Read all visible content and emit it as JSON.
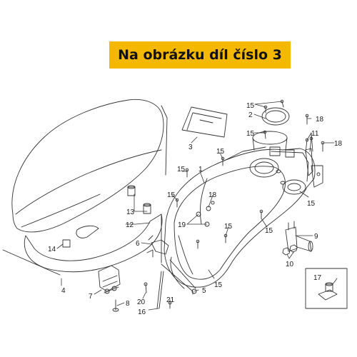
{
  "banner": {
    "title": "Na obrázku díl číslo 3",
    "color": "#f5b800"
  },
  "callouts": [
    {
      "id": "c15a",
      "label": "15"
    },
    {
      "id": "c2",
      "label": "2"
    },
    {
      "id": "c18a",
      "label": "18"
    },
    {
      "id": "c15b",
      "label": "15"
    },
    {
      "id": "c11",
      "label": "11"
    },
    {
      "id": "c18b",
      "label": "18"
    },
    {
      "id": "c3",
      "label": "3"
    },
    {
      "id": "c15c",
      "label": "15"
    },
    {
      "id": "c15d",
      "label": "15"
    },
    {
      "id": "c1",
      "label": "1"
    },
    {
      "id": "c15e",
      "label": "15"
    },
    {
      "id": "c18c",
      "label": "18"
    },
    {
      "id": "c13",
      "label": "13"
    },
    {
      "id": "c12",
      "label": "12"
    },
    {
      "id": "c15f",
      "label": "15"
    },
    {
      "id": "c19",
      "label": "19"
    },
    {
      "id": "c15g",
      "label": "15"
    },
    {
      "id": "c15h",
      "label": "15"
    },
    {
      "id": "c14",
      "label": "14"
    },
    {
      "id": "c6",
      "label": "6"
    },
    {
      "id": "c9",
      "label": "9"
    },
    {
      "id": "c10",
      "label": "10"
    },
    {
      "id": "c4",
      "label": "4"
    },
    {
      "id": "c15i",
      "label": "15"
    },
    {
      "id": "c7",
      "label": "7"
    },
    {
      "id": "c5",
      "label": "5"
    },
    {
      "id": "c8",
      "label": "8"
    },
    {
      "id": "c20",
      "label": "20"
    },
    {
      "id": "c16",
      "label": "16"
    },
    {
      "id": "c21",
      "label": "21"
    },
    {
      "id": "c17",
      "label": "17"
    }
  ]
}
